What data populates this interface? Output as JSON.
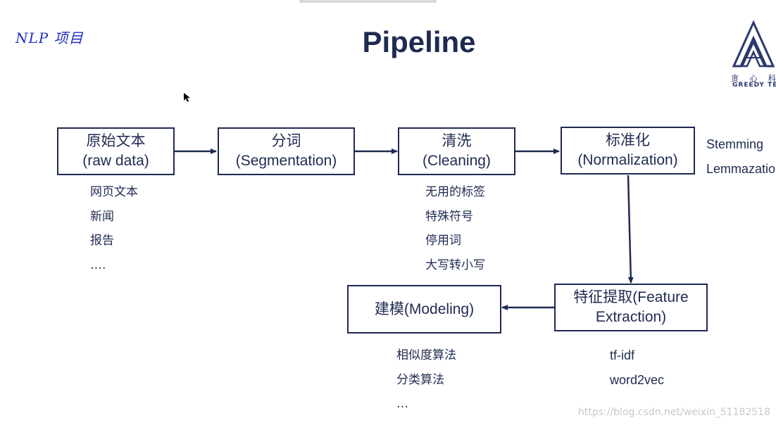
{
  "header": {
    "handwritten_note": "NLP 项目",
    "title": "Pipeline"
  },
  "logo": {
    "cn_text": "贪 心 科",
    "en_text": "GREEDY TECH"
  },
  "stages": {
    "raw": {
      "line1": "原始文本",
      "line2": "(raw data)"
    },
    "segmentation": {
      "line1": "分词",
      "line2": "(Segmentation)"
    },
    "cleaning": {
      "line1": "清洗",
      "line2": "(Cleaning)"
    },
    "normalization": {
      "line1": "标准化",
      "line2": "(Normalization)"
    },
    "feature": {
      "line1": "特征提取(Feature",
      "line2": "Extraction)"
    },
    "modeling": {
      "line1": "建模(Modeling)"
    }
  },
  "lists": {
    "raw_examples": [
      "网页文本",
      "新闻",
      "报告",
      "…."
    ],
    "cleaning_items": [
      "无用的标签",
      "特殊符号",
      "停用词",
      "大写转小写"
    ],
    "normalization_items": [
      "Stemming",
      "Lemmazation"
    ],
    "feature_items": [
      "tf-idf",
      "word2vec"
    ],
    "modeling_items": [
      "相似度算法",
      "分类算法",
      "…"
    ]
  },
  "watermark": "https://blog.csdn.net/weixin_51182518",
  "colors": {
    "primary": "#1f2a52",
    "handwriting": "#1f2fbf",
    "watermark": "#c9c9c9"
  }
}
